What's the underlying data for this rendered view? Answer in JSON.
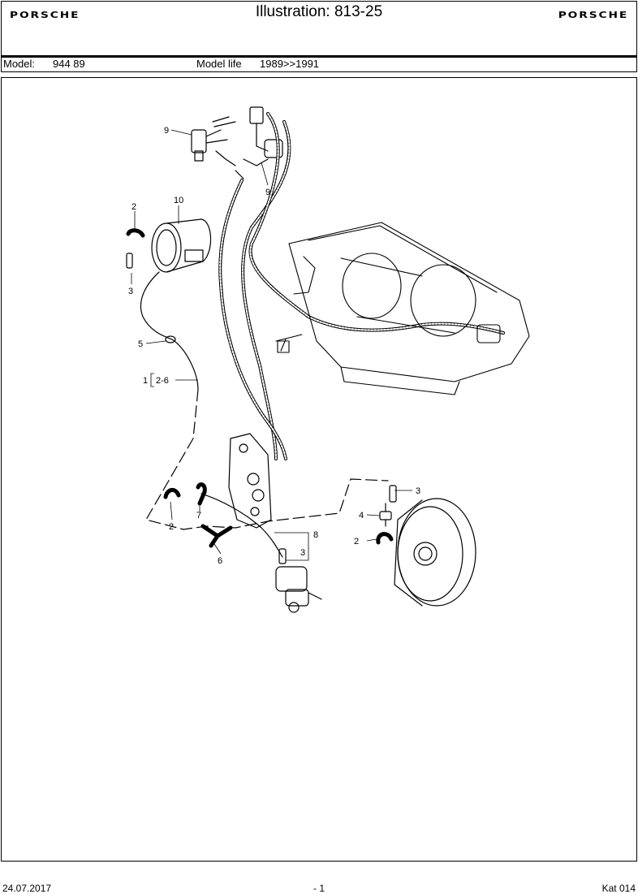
{
  "header": {
    "brand_left": "PORSCHE",
    "brand_right": "PORSCHE",
    "title": "Illustration: 813-25"
  },
  "model_bar": {
    "model_label": "Model:",
    "model_value": "944 89",
    "model_life_label": "Model life",
    "model_life_value": "1989>>1991"
  },
  "callouts": {
    "c9a": "9",
    "c9b": "9",
    "c10": "10",
    "c2a": "2",
    "c3a": "3",
    "c5": "5",
    "c1": "1",
    "c2_6": "2-6",
    "c2b": "2",
    "c7": "7",
    "c6": "6",
    "c8": "8",
    "c3b": "3",
    "c3c": "3",
    "c4": "4",
    "c2c": "2"
  },
  "footer": {
    "date": "24.07.2017",
    "page": "- 1",
    "catalog": "Kat 014"
  }
}
